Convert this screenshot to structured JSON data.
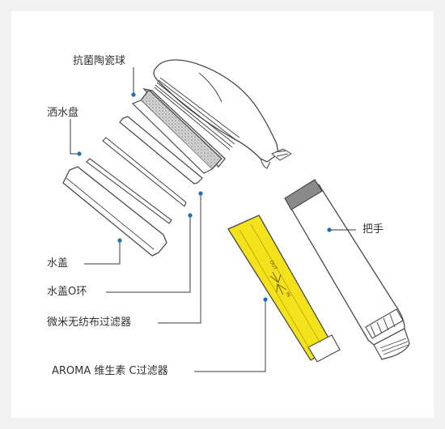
{
  "labels": {
    "ceramic_balls": "抗菌陶瓷球",
    "water_tray": "洒水盘",
    "water_cover": "水盖",
    "cover_oring": "水盖O环",
    "nonwoven_filter": "微米无纺布过滤器",
    "aroma_filter": "AROMA 维生素 C过滤器",
    "handle": "把手"
  },
  "cartridge_text": {
    "out": "OUT",
    "in": "IN"
  },
  "colors": {
    "background": "#f1f1f1",
    "panel": "#ffffff",
    "outline": "#4a4a4a",
    "leader": "#3a3a3a",
    "dot": "#1f6fb5",
    "cartridge_yellow": "#f3e21c",
    "cap_gray": "#8a8a8a",
    "ceramic_fill": "#cfcfcf"
  }
}
